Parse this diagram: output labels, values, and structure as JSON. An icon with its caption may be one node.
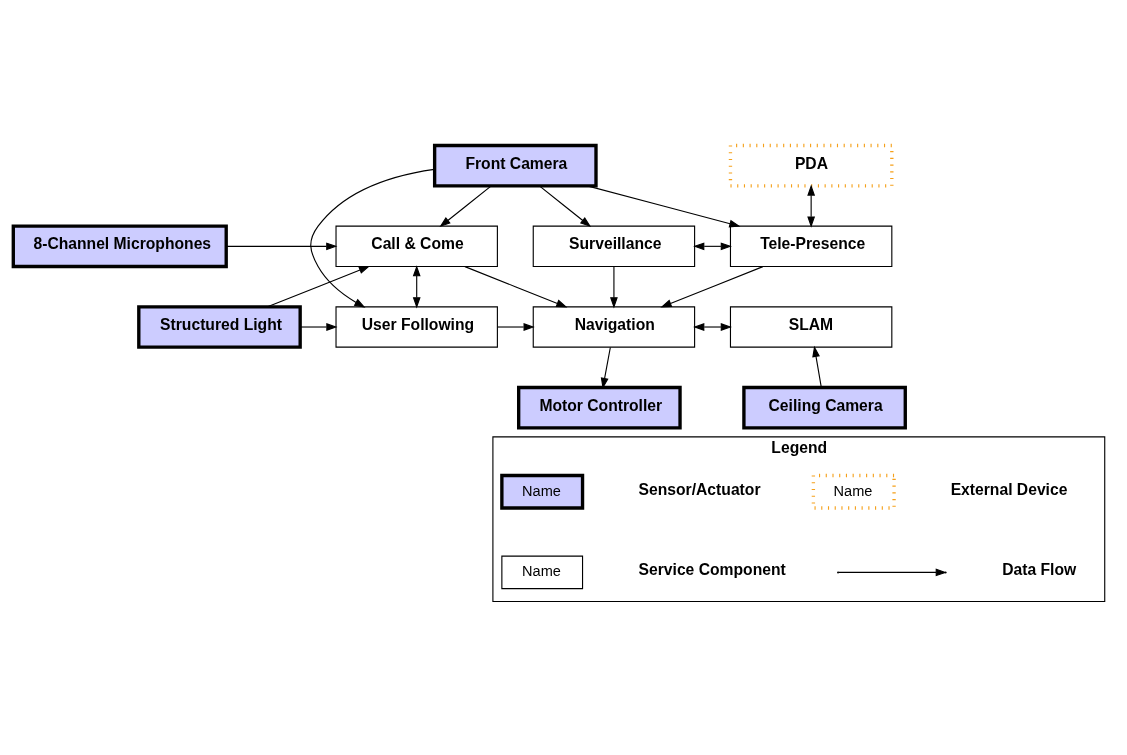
{
  "diagram": {
    "nodes": [
      {
        "text": [
          "PDA"
        ]
      },
      {
        "text": [
          "Front Camera"
        ]
      },
      {
        "text": [
          "8-Channel Microphones"
        ]
      },
      {
        "text": [
          "Call & Come"
        ]
      },
      {
        "text": [
          "Surveillance"
        ]
      },
      {
        "text": [
          "Tele-Presence"
        ]
      },
      {
        "text": [
          "Structured Light"
        ]
      },
      {
        "text": [
          "User Following"
        ]
      },
      {
        "text": [
          "Navigation"
        ]
      },
      {
        "text": [
          "SLAM"
        ]
      },
      {
        "text": [
          "Motor Controller"
        ]
      },
      {
        "text": [
          "Ceiling Camera"
        ]
      },
      {
        "text": [
          "Legend"
        ]
      },
      {
        "text": [
          "Name"
        ],
        "in": 12
      },
      {
        "text": [
          "Name"
        ],
        "in": 12
      },
      {
        "text": [
          "Name"
        ],
        "in": 12
      }
    ],
    "edges": [
      {
        "from": 0,
        "to": 5,
        "arrow": "both"
      },
      {
        "from": 1,
        "to": 3,
        "arrow": "to"
      },
      {
        "from": 1,
        "to": 7,
        "arrow": "to"
      },
      {
        "from": 1,
        "to": 4,
        "arrow": "to"
      },
      {
        "from": 1,
        "to": 5,
        "arrow": "to"
      },
      {
        "from": 2,
        "to": 3,
        "arrow": "to"
      },
      {
        "from": 4,
        "to": 5,
        "arrow": "both"
      },
      {
        "from": 6,
        "to": 3,
        "arrow": "to"
      },
      {
        "from": 6,
        "to": 7,
        "arrow": "to"
      },
      {
        "from": 3,
        "to": 7,
        "arrow": "both"
      },
      {
        "from": 3,
        "to": 8,
        "arrow": "to"
      },
      {
        "from": 4,
        "to": 8,
        "arrow": "to"
      },
      {
        "from": 5,
        "to": 8,
        "arrow": "to"
      },
      {
        "from": 7,
        "to": 8,
        "arrow": "to"
      },
      {
        "from": 8,
        "to": 9,
        "arrow": "both"
      },
      {
        "from": 8,
        "to": 10,
        "arrow": "to"
      },
      {
        "from": 11,
        "to": 9,
        "arrow": "to"
      }
    ],
    "legend": [
      {
        "text": "Sensor/Actuator"
      },
      {
        "text": "External Device"
      },
      {
        "text": "Service Component"
      },
      {
        "text": "Data Flow"
      }
    ]
  }
}
